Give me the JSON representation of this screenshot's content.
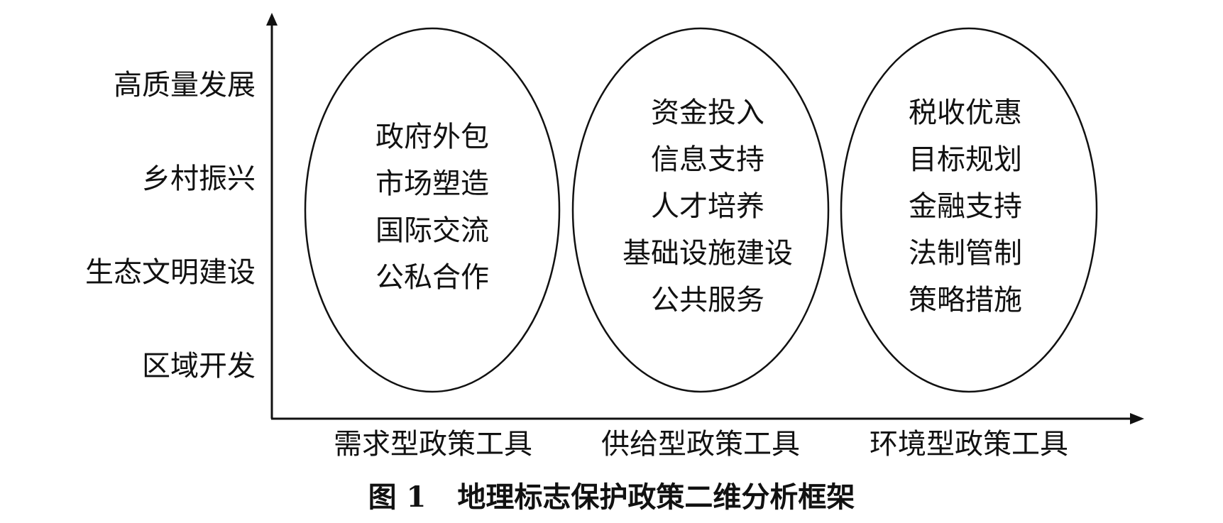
{
  "y_axis": {
    "labels": [
      "高质量发展",
      "乡村振兴",
      "生态文明建设",
      "区域开发"
    ]
  },
  "x_axis": {
    "labels": [
      "需求型政策工具",
      "供给型政策工具",
      "环境型政策工具"
    ]
  },
  "groups": [
    {
      "items": [
        "政府外包",
        "市场塑造",
        "国际交流",
        "公私合作"
      ]
    },
    {
      "items": [
        "资金投入",
        "信息支持",
        "人才培养",
        "基础设施建设",
        "公共服务"
      ]
    },
    {
      "items": [
        "税收优惠",
        "目标规划",
        "金融支持",
        "法制管制",
        "策略措施"
      ]
    }
  ],
  "caption": {
    "number": "图 1",
    "title": "地理标志保护政策二维分析框架"
  }
}
